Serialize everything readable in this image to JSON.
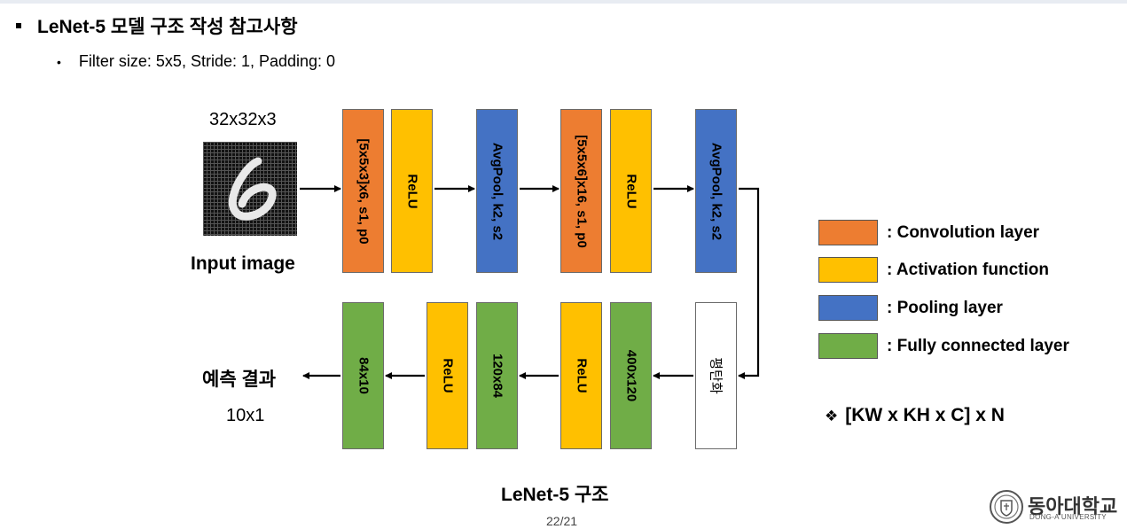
{
  "title": "LeNet-5 모델 구조 작성 참고사항",
  "subtitle": "Filter size: 5x5, Stride: 1, Padding: 0",
  "input": {
    "size": "32x32x3",
    "label": "Input image"
  },
  "output": {
    "label": "예측 결과",
    "size": "10x1"
  },
  "top_row": [
    "[5x5x3]x6, s1, p0",
    "ReLU",
    "AvgPool, k2, s2",
    "[5x5x6]x16, s1, p0",
    "ReLU",
    "AvgPool, k2, s2"
  ],
  "bottom_row": [
    "84x10",
    "ReLU",
    "120x84",
    "ReLU",
    "400x120",
    "평탄화"
  ],
  "legend": [
    {
      "text": ": Convolution layer",
      "color": "#ED7D31"
    },
    {
      "text": ": Activation function",
      "color": "#FFC000"
    },
    {
      "text": ": Pooling layer",
      "color": "#4472C4"
    },
    {
      "text": ": Fully connected layer",
      "color": "#70AD47"
    }
  ],
  "formula": "[KW x KH x C] x N",
  "formula_bullet": "❖",
  "caption": "LeNet-5 구조",
  "page": "22/21",
  "logo": {
    "name": "동아대학교",
    "sub": "DONG-A UNIVERSITY"
  }
}
